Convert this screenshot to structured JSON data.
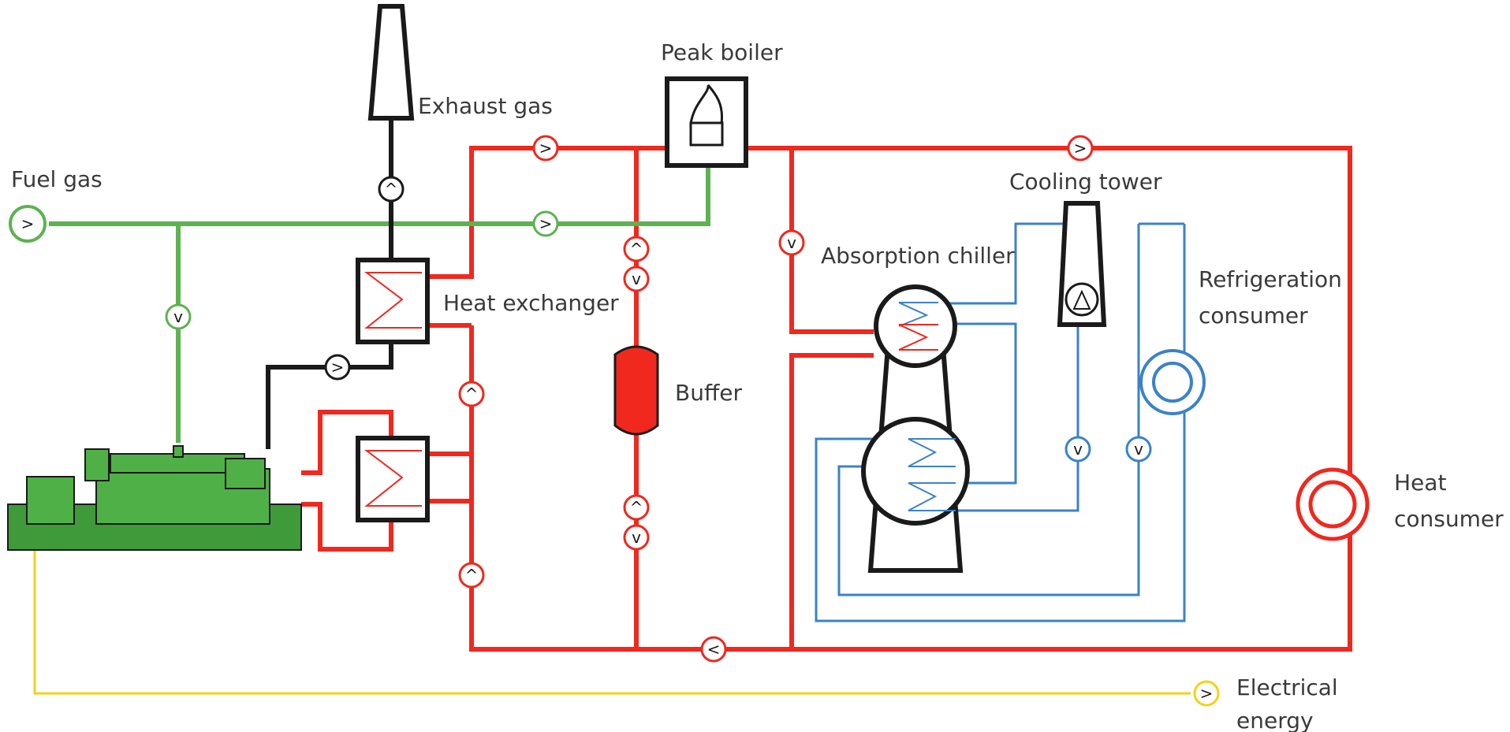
{
  "labels": {
    "peak_boiler": "Peak boiler",
    "exhaust_gas": "Exhaust gas",
    "fuel_gas": "Fuel gas",
    "cooling_tower": "Cooling tower",
    "absorption_chiller": "Absorption chiller",
    "heat_exchanger": "Heat exchanger",
    "refrigeration_consumer_1": "Refrigeration",
    "refrigeration_consumer_2": "consumer",
    "buffer": "Buffer",
    "heat_consumer_1": "Heat",
    "heat_consumer_2": "consumer",
    "electrical_energy_1": "Electrical",
    "electrical_energy_2": "energy"
  },
  "colors": {
    "hot_water": "#f0281e",
    "fuel_gas": "#5db251",
    "chilled_water": "#3b82c8",
    "exhaust": "#1a1a1a",
    "electricity": "#f2d21b",
    "engine": "#3f9b3a"
  },
  "flow_glyphs": {
    "right": ">",
    "left": "<",
    "up": "^",
    "down": "v"
  }
}
